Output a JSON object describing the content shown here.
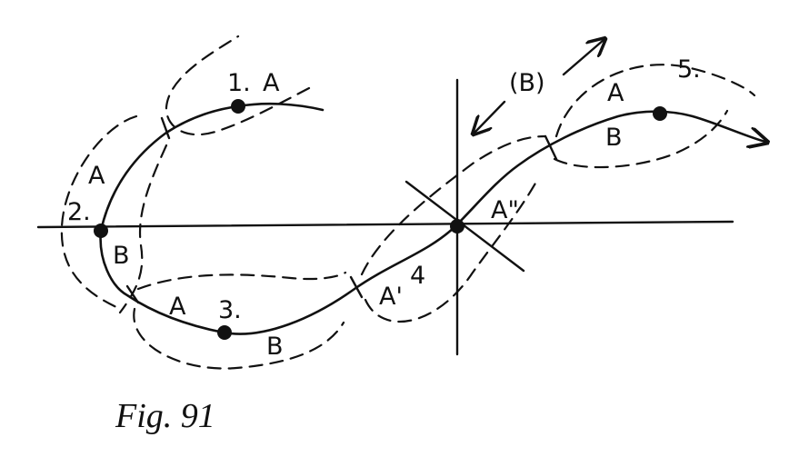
{
  "caption": "Fig. 91",
  "labels": {
    "p1": "1.",
    "p1_a": "A",
    "p2": "2.",
    "p2_a": "A",
    "p2_b": "B",
    "p3": "3.",
    "p3_a": "A",
    "p3_b": "B",
    "p4": "4",
    "p4_a_prime": "A'",
    "p4_a_dprime": "A\"",
    "p5": "5.",
    "p5_a": "A",
    "p5_b": "B",
    "b_paren": "(B)"
  }
}
